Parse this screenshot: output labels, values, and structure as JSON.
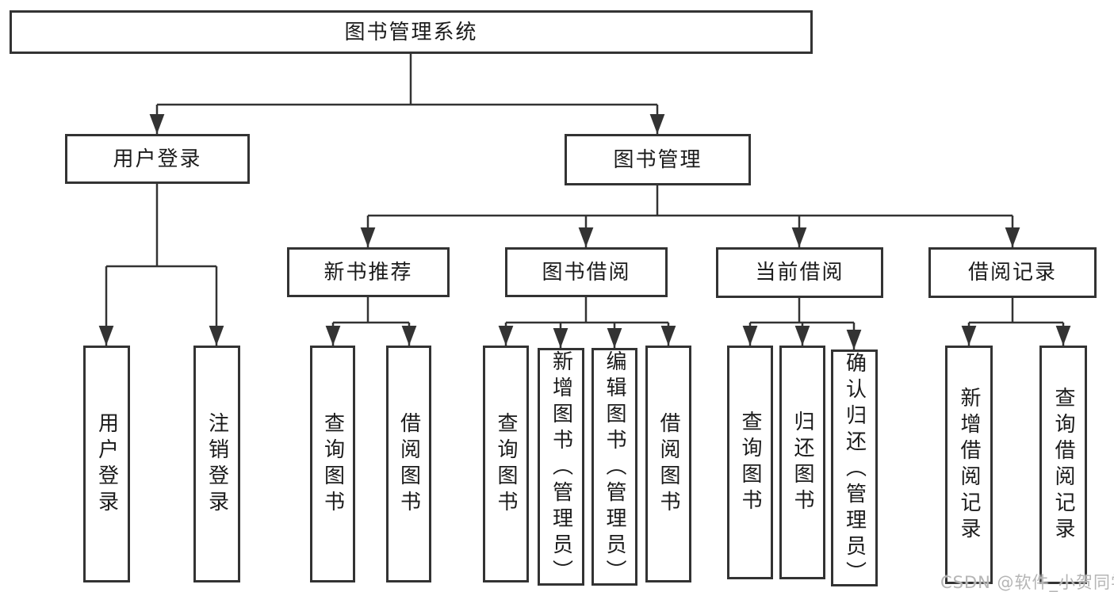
{
  "diagram": {
    "tree": {
      "label": "图书管理系统",
      "children": [
        {
          "label": "用户登录",
          "children": [
            {
              "label": "用户登录"
            },
            {
              "label": "注销登录"
            }
          ]
        },
        {
          "label": "图书管理",
          "children": [
            {
              "label": "新书推荐",
              "children": [
                {
                  "label": "查询图书"
                },
                {
                  "label": "借阅图书"
                }
              ]
            },
            {
              "label": "图书借阅",
              "children": [
                {
                  "label": "查询图书"
                },
                {
                  "label": "新增图书（管理员）"
                },
                {
                  "label": "编辑图书（管理员）"
                },
                {
                  "label": "借阅图书"
                }
              ]
            },
            {
              "label": "当前借阅",
              "children": [
                {
                  "label": "查询图书"
                },
                {
                  "label": "归还图书"
                },
                {
                  "label": "确认归还（管理员）"
                }
              ]
            },
            {
              "label": "借阅记录",
              "children": [
                {
                  "label": "新增借阅记录"
                },
                {
                  "label": "查询借阅记录"
                }
              ]
            }
          ]
        }
      ]
    },
    "colors": {
      "line": "#333333",
      "box_border": "#333333",
      "box_fill": "#ffffff",
      "text": "#1b1b1b",
      "watermark": "#b5b5b5"
    }
  },
  "watermark": {
    "text": "CSDN @软件_小贺同学"
  }
}
